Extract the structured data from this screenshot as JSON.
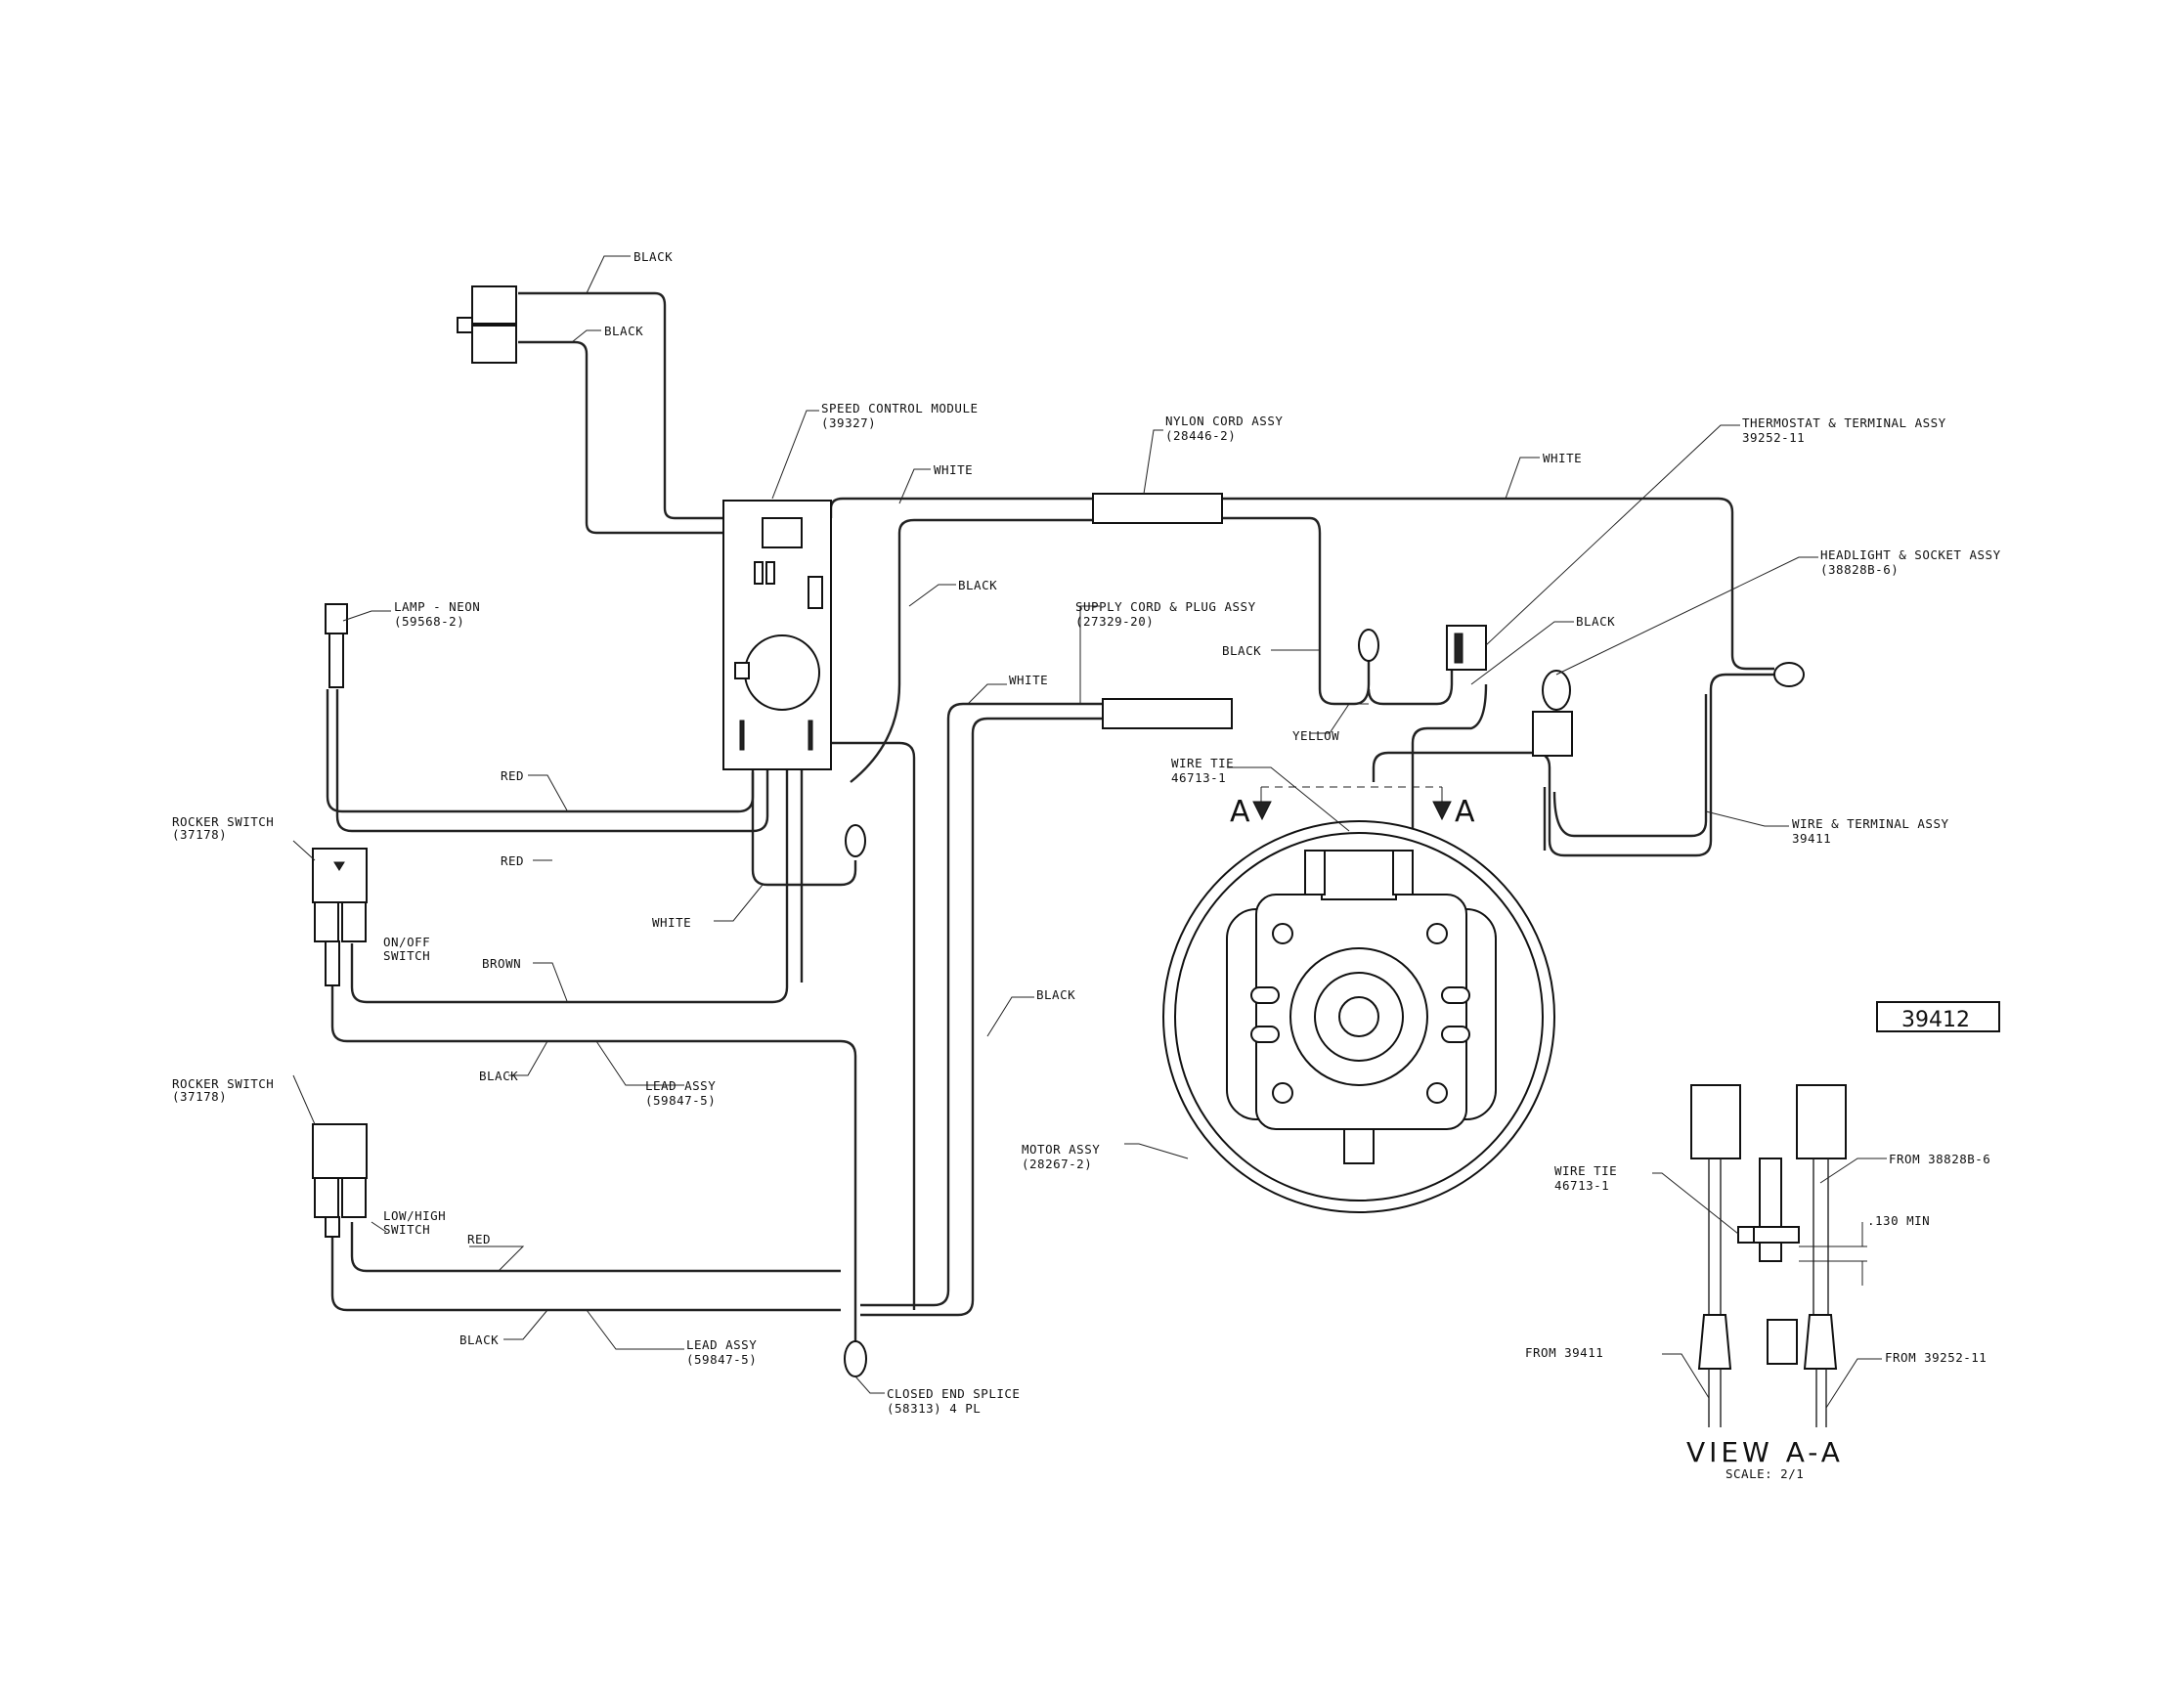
{
  "labels": {
    "black_top": "BLACK",
    "black_top2": "BLACK",
    "speed_module": "SPEED CONTROL MODULE",
    "speed_module_pn": "(39327)",
    "white_top_left": "WHITE",
    "black_mid": "BLACK",
    "lamp_neon": "LAMP - NEON",
    "lamp_neon_pn": "(59568-2)",
    "red_1": "RED",
    "red_2": "RED",
    "rocker_switch_1": "ROCKER SWITCH",
    "rocker_switch_1_pn": "(37178)",
    "onoff_switch": "ON/OFF",
    "onoff_switch_2": "SWITCH",
    "white_low": "WHITE",
    "brown": "BROWN",
    "black_lead1": "BLACK",
    "lead_assy_1": "LEAD ASSY",
    "lead_assy_1_pn": "(59847-5)",
    "rocker_switch_2": "ROCKER SWITCH",
    "rocker_switch_2_pn": "(37178)",
    "lowhigh_switch": "LOW/HIGH",
    "lowhigh_switch_2": "SWITCH",
    "red_3": "RED",
    "black_lead2": "BLACK",
    "lead_assy_2": "LEAD ASSY",
    "lead_assy_2_pn": "(59847-5)",
    "closed_splice": "CLOSED END SPLICE",
    "closed_splice_pn": "(58313) 4 PL",
    "black_vertical": "BLACK",
    "white_supply": "WHITE",
    "supply_cord": "SUPPLY CORD & PLUG ASSY",
    "supply_cord_pn": "(27329-20)",
    "nylon_cord": "NYLON CORD ASSY",
    "nylon_cord_pn": "(28446-2)",
    "white_top_right": "WHITE",
    "thermostat": "THERMOSTAT & TERMINAL ASSY",
    "thermostat_pn": "39252-11",
    "headlight": "HEADLIGHT & SOCKET ASSY",
    "headlight_pn": "(38828B-6)",
    "black_right1": "BLACK",
    "black_right2": "BLACK",
    "yellow": "YELLOW",
    "wire_tie_1": "WIRE TIE",
    "wire_tie_1_pn": "46713-1",
    "section_a_left": "A",
    "section_a_right": "A",
    "wire_terminal": "WIRE & TERMINAL ASSY",
    "wire_terminal_pn": "39411",
    "motor_assy": "MOTOR ASSY",
    "motor_assy_pn": "(28267-2)",
    "part_number": "39412",
    "wire_tie_2": "WIRE TIE",
    "wire_tie_2_pn": "46713-1",
    "from_38828": "FROM 38828B-6",
    "min_130": ".130 MIN",
    "from_39411": "FROM 39411",
    "from_39252": "FROM 39252-11",
    "view_title": "VIEW A-A",
    "view_scale": "SCALE: 2/1"
  }
}
